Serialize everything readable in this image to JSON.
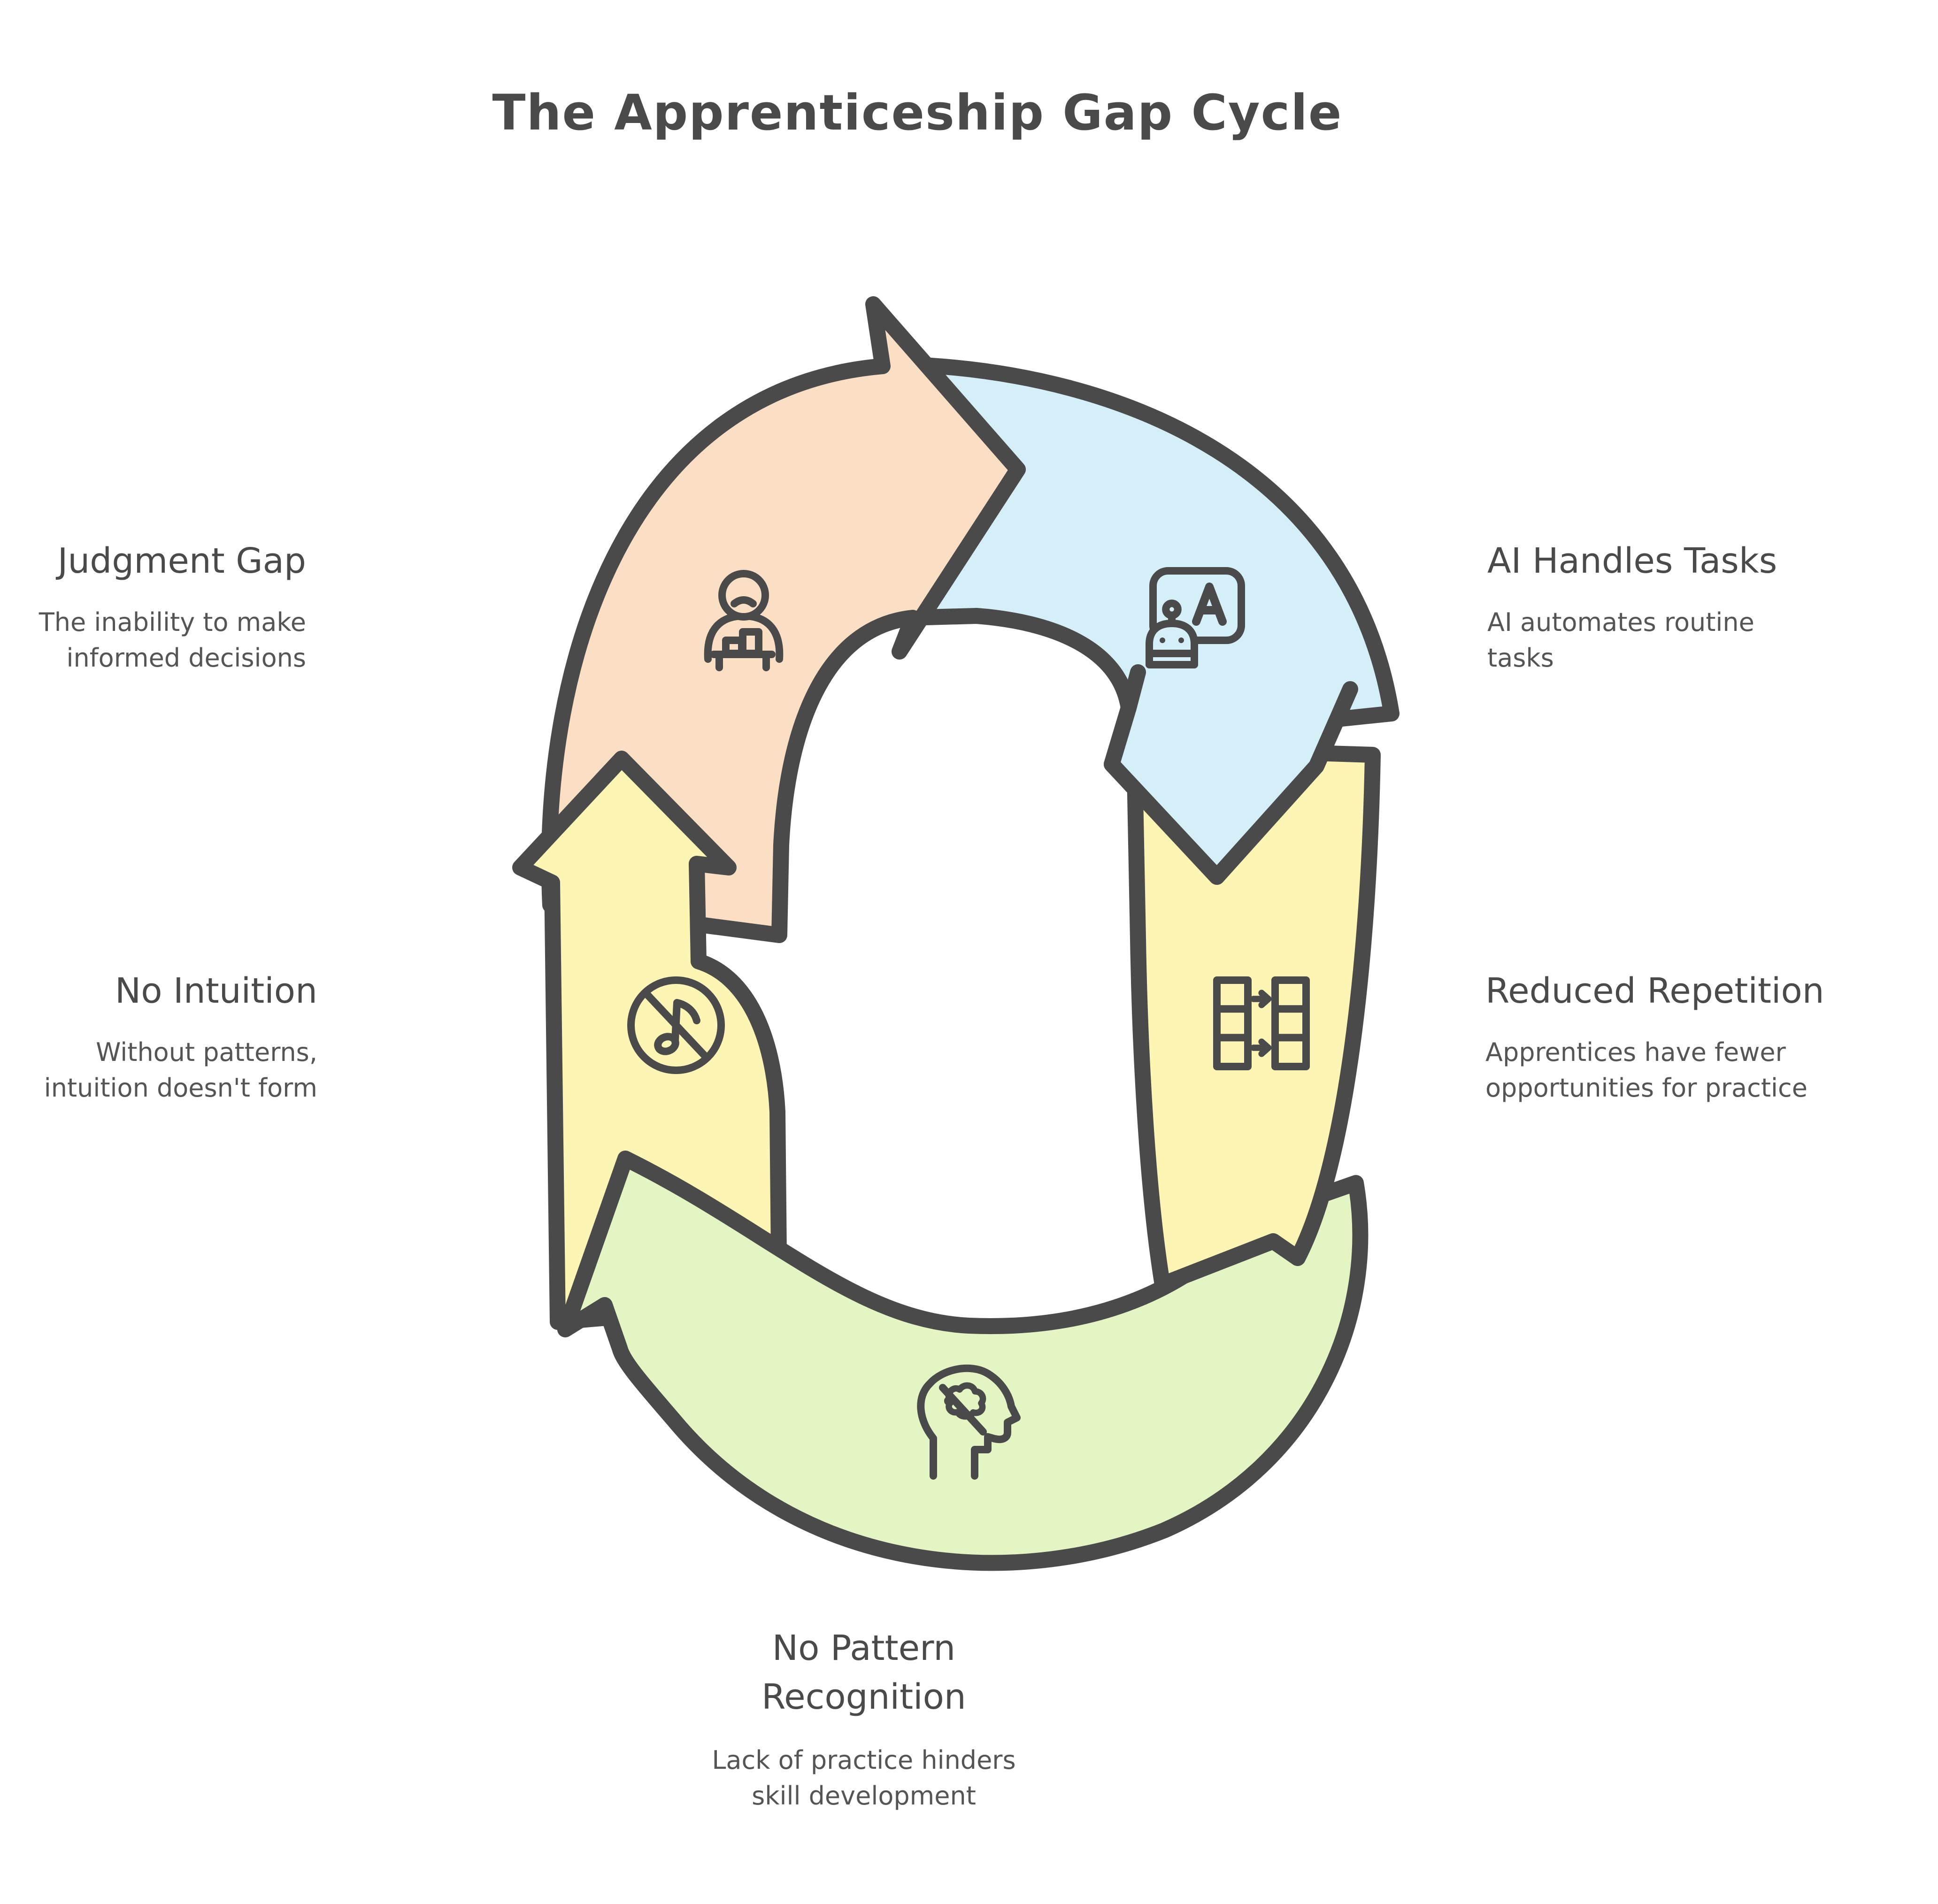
{
  "title": "The Apprenticeship Gap Cycle",
  "colors": {
    "background": "#FFFFFF",
    "outline": "#4A4A4A",
    "orange": "#FBDFC5",
    "blue": "#D5EFF9",
    "yellow": "#FCF5B4",
    "green": "#E3F5C3",
    "heading_text": "#4A4A4A",
    "body_text": "#555555"
  },
  "steps": [
    {
      "id": "judgment-gap",
      "label": "Judgment Gap",
      "description": "The inability to make\ninformed decisions",
      "position": "left-top",
      "arrow_color": "orange",
      "icon": "worker-at-desk-icon"
    },
    {
      "id": "ai-handles-tasks",
      "label": "AI Handles Tasks",
      "description": "AI automates routine\ntasks",
      "position": "right-top",
      "arrow_color": "blue",
      "icon": "robot-chat-icon"
    },
    {
      "id": "reduced-repetition",
      "label": "Reduced Repetition",
      "description": "Apprentices have fewer\nopportunities for practice",
      "position": "right-middle",
      "arrow_color": "yellow",
      "icon": "table-transfer-icon"
    },
    {
      "id": "no-pattern-recognition",
      "label": "No Pattern\nRecognition",
      "description": "Lack of practice hinders\nskill development",
      "position": "bottom",
      "arrow_color": "green",
      "icon": "no-brain-icon"
    },
    {
      "id": "no-intuition",
      "label": "No Intuition",
      "description": "Without patterns,\nintuition doesn't form",
      "position": "left-middle",
      "arrow_color": "yellow",
      "icon": "no-music-icon"
    }
  ]
}
